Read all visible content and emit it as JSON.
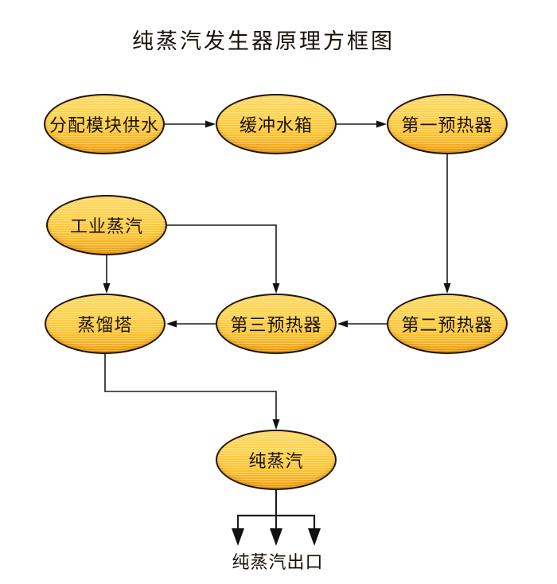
{
  "title": "纯蒸汽发生器原理方框图",
  "nodes": [
    {
      "id": "supply-water",
      "label": "分配模块供水"
    },
    {
      "id": "buffer-tank",
      "label": "缓冲水箱"
    },
    {
      "id": "first-preheater",
      "label": "第一预热器"
    },
    {
      "id": "industrial-steam",
      "label": "工业蒸汽"
    },
    {
      "id": "distillation-tower",
      "label": "蒸馏塔"
    },
    {
      "id": "third-preheater",
      "label": "第三预热器"
    },
    {
      "id": "second-preheater",
      "label": "第二预热器"
    },
    {
      "id": "pure-steam",
      "label": "纯蒸汽"
    }
  ],
  "outlet_label": "纯蒸汽出口",
  "edges": [
    {
      "from": "分配模块供水",
      "to": "缓冲水箱"
    },
    {
      "from": "缓冲水箱",
      "to": "第一预热器"
    },
    {
      "from": "第一预热器",
      "to": "第二预热器"
    },
    {
      "from": "第二预热器",
      "to": "第三预热器"
    },
    {
      "from": "第三预热器",
      "to": "蒸馏塔"
    },
    {
      "from": "工业蒸汽",
      "to": "蒸馏塔"
    },
    {
      "from": "工业蒸汽",
      "to": "第三预热器"
    },
    {
      "from": "蒸馏塔",
      "to": "纯蒸汽"
    },
    {
      "from": "纯蒸汽",
      "to": "纯蒸汽出口"
    }
  ],
  "colors": {
    "node_fill_top": "#FFD863",
    "node_fill_bottom": "#F1A112",
    "node_stroke": "#221504",
    "arrow": "#111111",
    "background": "#FFFFFF",
    "text": "#1A1208"
  }
}
